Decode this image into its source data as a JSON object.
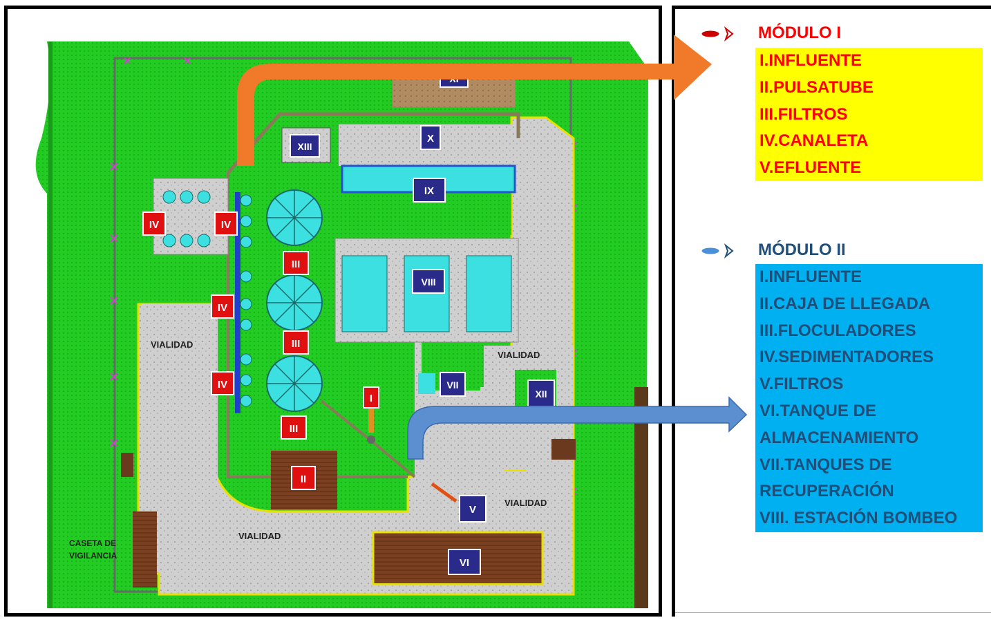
{
  "plan": {
    "module_labels": {
      "I": "I",
      "II": "II",
      "III": "III",
      "IV": "IV",
      "V": "V",
      "VI": "VI",
      "VII": "VII",
      "VIII": "VIII",
      "IX": "IX",
      "X": "X",
      "XI": "XI",
      "XII": "XII",
      "XIII": "XIII"
    },
    "road_label": "VIALIDAD",
    "guard_booth_line1": "CASETA DE",
    "guard_booth_line2": "VIGILANCIA"
  },
  "module_1": {
    "title": "MÓDULO I",
    "items": [
      "I.INFLUENTE",
      "II.PULSATUBE",
      "III.FILTROS",
      "IV.CANALETA",
      "V.EFLUENTE"
    ],
    "text_color": "#ff0000",
    "box_color": "#ffff00"
  },
  "module_2": {
    "title": "MÓDULO II",
    "items": [
      "I.INFLUENTE",
      "II.CAJA DE LLEGADA",
      "III.FLOCULADORES",
      "IV.SEDIMENTADORES",
      "V.FILTROS",
      "VI.TANQUE DE",
      "ALMACENAMIENTO",
      "VII.TANQUES DE",
      "RECUPERACIÓN",
      "VIII. ESTACIÓN BOMBEO"
    ],
    "text_color": "#1f4e79",
    "box_color": "#00b0f0"
  },
  "colors": {
    "grass": "#22cc22",
    "grass_dark": "#1a9a1a",
    "road": "#c9c9c9",
    "tank": "#2fd6d6",
    "brown": "#6b3a1e",
    "label_red": "#e01010",
    "label_blue": "#2a2a8a",
    "arrow_orange": "#f07a2a",
    "arrow_blue": "#5b8fd0"
  }
}
